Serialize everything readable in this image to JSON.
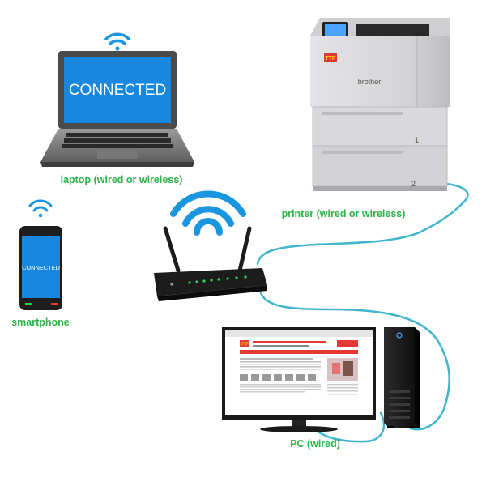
{
  "devices": {
    "laptop": {
      "label": "laptop (wired or wireless)",
      "screen_text": "CONNECTED"
    },
    "smartphone": {
      "label": "smartphone",
      "screen_text": "CONNECTED"
    },
    "printer": {
      "label": "printer (wired or wireless)",
      "brand": "brother",
      "tray_1": "1",
      "tray_2": "2",
      "logo_text": "TTP"
    },
    "pc": {
      "label": "PC (wired)",
      "monitor_logo_text": "TTP"
    }
  },
  "colors": {
    "label": "#2db34a",
    "wifi": "#1a95e0",
    "screen_blue": "#1787e0",
    "cable": "#3fb6cc",
    "router": "#1c1c1c",
    "printer_body": "#d6d6d8"
  },
  "icons": [
    "wifi-icon-laptop",
    "wifi-icon-phone",
    "wifi-icon-router"
  ]
}
